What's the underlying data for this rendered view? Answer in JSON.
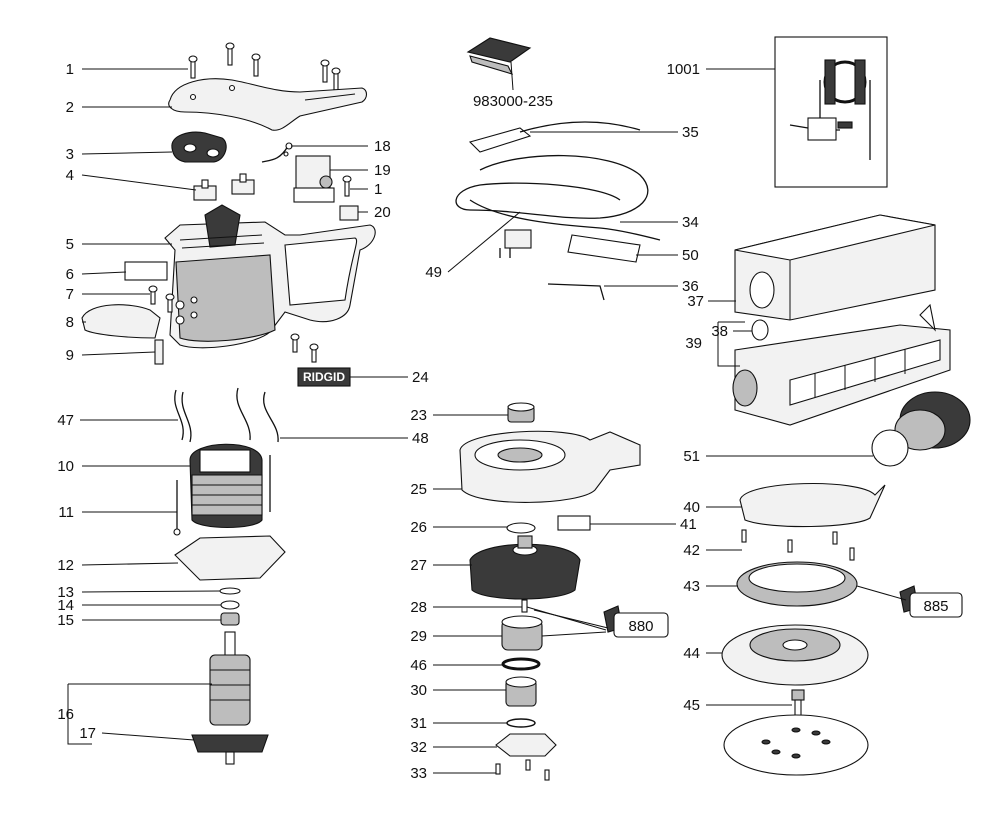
{
  "diagram": {
    "callouts": [
      {
        "id": "c1a",
        "text": "1"
      },
      {
        "id": "c2",
        "text": "2"
      },
      {
        "id": "c3",
        "text": "3"
      },
      {
        "id": "c4",
        "text": "4"
      },
      {
        "id": "c5",
        "text": "5"
      },
      {
        "id": "c6",
        "text": "6"
      },
      {
        "id": "c7",
        "text": "7"
      },
      {
        "id": "c8",
        "text": "8"
      },
      {
        "id": "c9",
        "text": "9"
      },
      {
        "id": "c18",
        "text": "18"
      },
      {
        "id": "c19",
        "text": "19"
      },
      {
        "id": "c1b",
        "text": "1"
      },
      {
        "id": "c20",
        "text": "20"
      },
      {
        "id": "c24",
        "text": "24"
      },
      {
        "id": "c47",
        "text": "47"
      },
      {
        "id": "c48",
        "text": "48"
      },
      {
        "id": "c10",
        "text": "10"
      },
      {
        "id": "c11",
        "text": "11"
      },
      {
        "id": "c12",
        "text": "12"
      },
      {
        "id": "c13",
        "text": "13"
      },
      {
        "id": "c14",
        "text": "14"
      },
      {
        "id": "c15",
        "text": "15"
      },
      {
        "id": "c16",
        "text": "16"
      },
      {
        "id": "c17",
        "text": "17"
      },
      {
        "id": "c983000",
        "text": "983000-235"
      },
      {
        "id": "c35",
        "text": "35"
      },
      {
        "id": "c34",
        "text": "34"
      },
      {
        "id": "c49",
        "text": "49"
      },
      {
        "id": "c50",
        "text": "50"
      },
      {
        "id": "c36",
        "text": "36"
      },
      {
        "id": "c23",
        "text": "23"
      },
      {
        "id": "c25",
        "text": "25"
      },
      {
        "id": "c26",
        "text": "26"
      },
      {
        "id": "c41",
        "text": "41"
      },
      {
        "id": "c27",
        "text": "27"
      },
      {
        "id": "c28",
        "text": "28"
      },
      {
        "id": "c29",
        "text": "29"
      },
      {
        "id": "c46",
        "text": "46"
      },
      {
        "id": "c30",
        "text": "30"
      },
      {
        "id": "c31",
        "text": "31"
      },
      {
        "id": "c32",
        "text": "32"
      },
      {
        "id": "c33",
        "text": "33"
      },
      {
        "id": "c1001",
        "text": "1001"
      },
      {
        "id": "c37",
        "text": "37"
      },
      {
        "id": "c38",
        "text": "38"
      },
      {
        "id": "c39",
        "text": "39"
      },
      {
        "id": "c51",
        "text": "51"
      },
      {
        "id": "c40",
        "text": "40"
      },
      {
        "id": "c42",
        "text": "42"
      },
      {
        "id": "c43",
        "text": "43"
      },
      {
        "id": "c44",
        "text": "44"
      },
      {
        "id": "c45",
        "text": "45"
      }
    ],
    "brand_plate": "RIDGID",
    "grease_880": "880",
    "grease_885": "885"
  }
}
